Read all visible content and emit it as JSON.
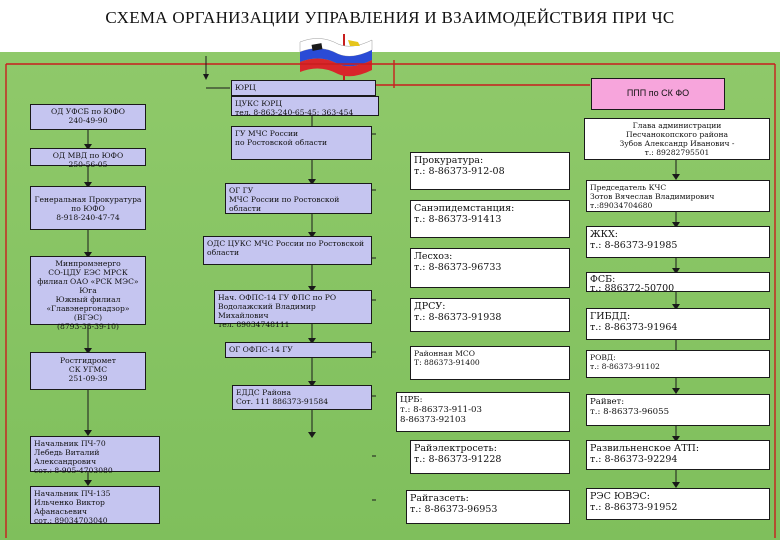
{
  "title": "СХЕМА ОРГАНИЗАЦИИ УПРАВЛЕНИЯ И ВЗАИМОДЕЙСТВИЯ ПРИ ЧС",
  "emblem": {
    "icon": "russian-flag-emblem-icon"
  },
  "colors": {
    "board": "#82c160",
    "box_light": "#c5c5f0",
    "box_white": "#ffffff",
    "box_pink": "#f7a5dc"
  },
  "boxes": {
    "yorc": "ЮРЦ",
    "ppp": "ППП по СК ФО",
    "od_ufsb": "ОД УФСБ по ЮФО\n240-49-90",
    "cuks_yorc": "ЦУКС ЮРЦ\nтел. 8-863-240-65-45; 363-454",
    "gu_mchs": "ГУ МЧС России\nпо Ростовской области",
    "glava": "Глава администрации\nПесчанокопского района\nЗубов Александр Иванович  -\nт.: 89282795501",
    "od_mvd": "ОД МВД по ЮФО\n250-56-05",
    "prokuratura": "Прокуратура:\nт.: 8-86373-912-08",
    "og_gu": "ОГ ГУ\nМЧС России по Ростовской области",
    "predsedatel": "Председатель КЧС\nЗотов Вячеслав Владимирович\nт.:89034704680",
    "genprok": "Генеральная Прокуратура\nпо ЮФО\n8-918-240-47-74",
    "sanepid": "Санэпидемстанция:\nт.: 8-86373-91413",
    "zhkh": "ЖКХ:\nт.: 8-86373-91985",
    "ods": "ОДС ЦУКС МЧС России по Ростовской\nобласти",
    "minpromenergo": "Минпромэнерго\nСО-ЦДУ ЕЭС МРСК\nфилиал ОАО «РСК МЭС»\nЮга\nЮжный филиал\n«Главэнергонадзор» (ВГЭС)\n(8793-33-39-10)",
    "leshoz": "Лесхоз:\nт.: 8-86373-96733",
    "fsb": "ФСБ:\nт.: 886372-50700",
    "nach_ofps": "Нач. ОФПС-14 ГУ ФПС по РО\nВодолажский Владимир Михайлович\nтел. 89034748111",
    "drsu": "ДРСУ:\nт.: 8-86373-91938",
    "gibdd": "ГИБДД:\nт.: 8-86373-91964",
    "og_ofps": "ОГ ОФПС-14 ГУ",
    "rostgidromet": "Ростгидромет\nСК УГМС\n251-09-39",
    "rayonnaya_mso": "Районная МСО\nТ: 886373-91400",
    "rovd": "РОВД:\nт.: 8-86373-91102",
    "edds": "ЕДДС Района\nСот. 111 886373-91584",
    "crb": "ЦРБ:\nт.: 8-86373-911-03\n8-86373-92103",
    "rayvet": "Райвет:\nт.: 8-86373-96055",
    "nach_pch70": "Начальник ПЧ-70\nЛебедь Виталий Александрович\nсот.: 8-905-4703080",
    "rayelektroset": "Райэлектросеть:\nт.: 8-86373-91228",
    "atp": "Развильненское АТП:\nт.: 8-86373-92294",
    "nach_pch135": "Начальник ПЧ-135\nИльченко Виктор Афанасьевич\nсот.: 89034703040",
    "raygazset": "Райгазсеть:\nт.: 8-86373-96953",
    "res": "РЭС ЮВЭС:\nт.: 8-86373-91952"
  }
}
